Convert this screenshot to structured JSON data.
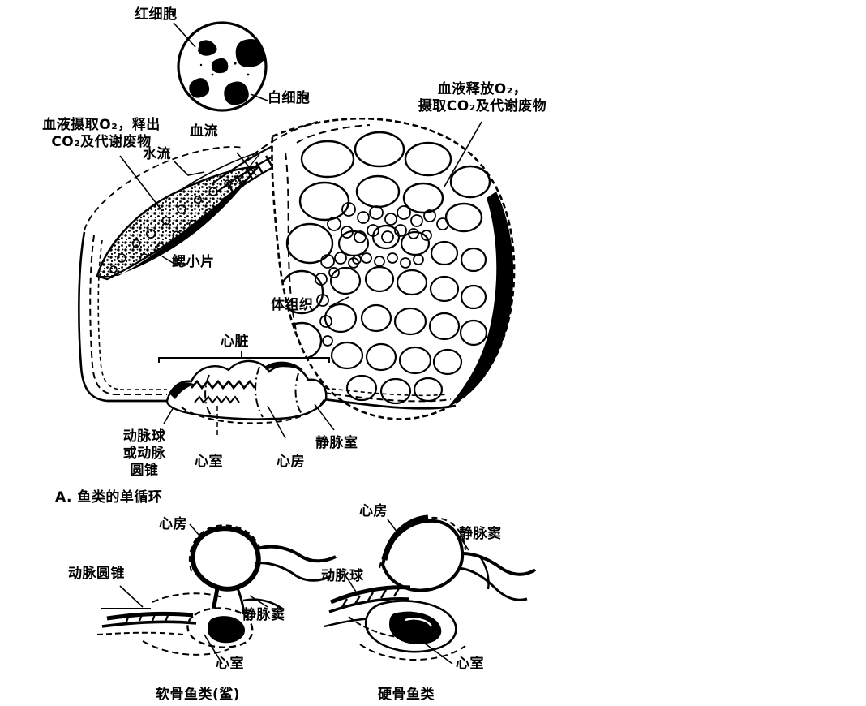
{
  "figure": {
    "title_a": "A. 鱼类的单循环",
    "labels": {
      "red_cell": "红细胞",
      "white_cell": "白细胞",
      "blood_uptake": "血液摄取O₂，释出\nCO₂及代谢废物",
      "blood_release": "血液释放O₂，\n摄取CO₂及代谢废物",
      "water_flow": "水流",
      "blood_flow": "血流",
      "gill_lamella": "鳃小片",
      "body_tissue": "体组织",
      "heart": "心脏",
      "bulbus": "动脉球\n或动脉\n圆锥",
      "ventricle": "心室",
      "atrium": "心房",
      "venous_chamber": "静脉室"
    },
    "bottom_left": {
      "caption": "软骨鱼类(鲨)",
      "conus": "动脉圆锥",
      "atrium": "心房",
      "sinus": "静脉窦",
      "ventricle": "心室"
    },
    "bottom_right": {
      "caption": "硬骨鱼类",
      "bulbus": "动脉球",
      "atrium": "心房",
      "sinus": "静脉窦",
      "ventricle": "心室"
    },
    "colors": {
      "ink": "#000000",
      "paper": "#ffffff"
    }
  },
  "chart_data": {
    "type": "diagram",
    "title": "鱼类的单循环 (Single circulation of fishes)",
    "nodes": [
      {
        "id": "gill",
        "label": "鳃小片",
        "note": "gill lamellae, stippled"
      },
      {
        "id": "tissue",
        "label": "体组织",
        "note": "body tissue, cellular mass"
      },
      {
        "id": "heart",
        "label": "心脏",
        "parts": [
          "动脉球或动脉圆锥",
          "心室",
          "心房",
          "静脉室"
        ]
      },
      {
        "id": "blood",
        "label": "红细胞 / 白细胞",
        "note": "blood cell inset circle"
      }
    ],
    "flows": [
      {
        "from": "heart",
        "to": "gill",
        "label": "血流"
      },
      {
        "from": "gill",
        "to": "tissue",
        "label": "血液摄取O₂，释出CO₂及代谢废物"
      },
      {
        "from": "tissue",
        "to": "heart",
        "label": "血液释放O₂，摄取CO₂及代谢废物"
      },
      {
        "from": "water",
        "to": "gill",
        "label": "水流"
      }
    ],
    "panels": [
      "软骨鱼类(鲨)",
      "硬骨鱼类"
    ]
  }
}
